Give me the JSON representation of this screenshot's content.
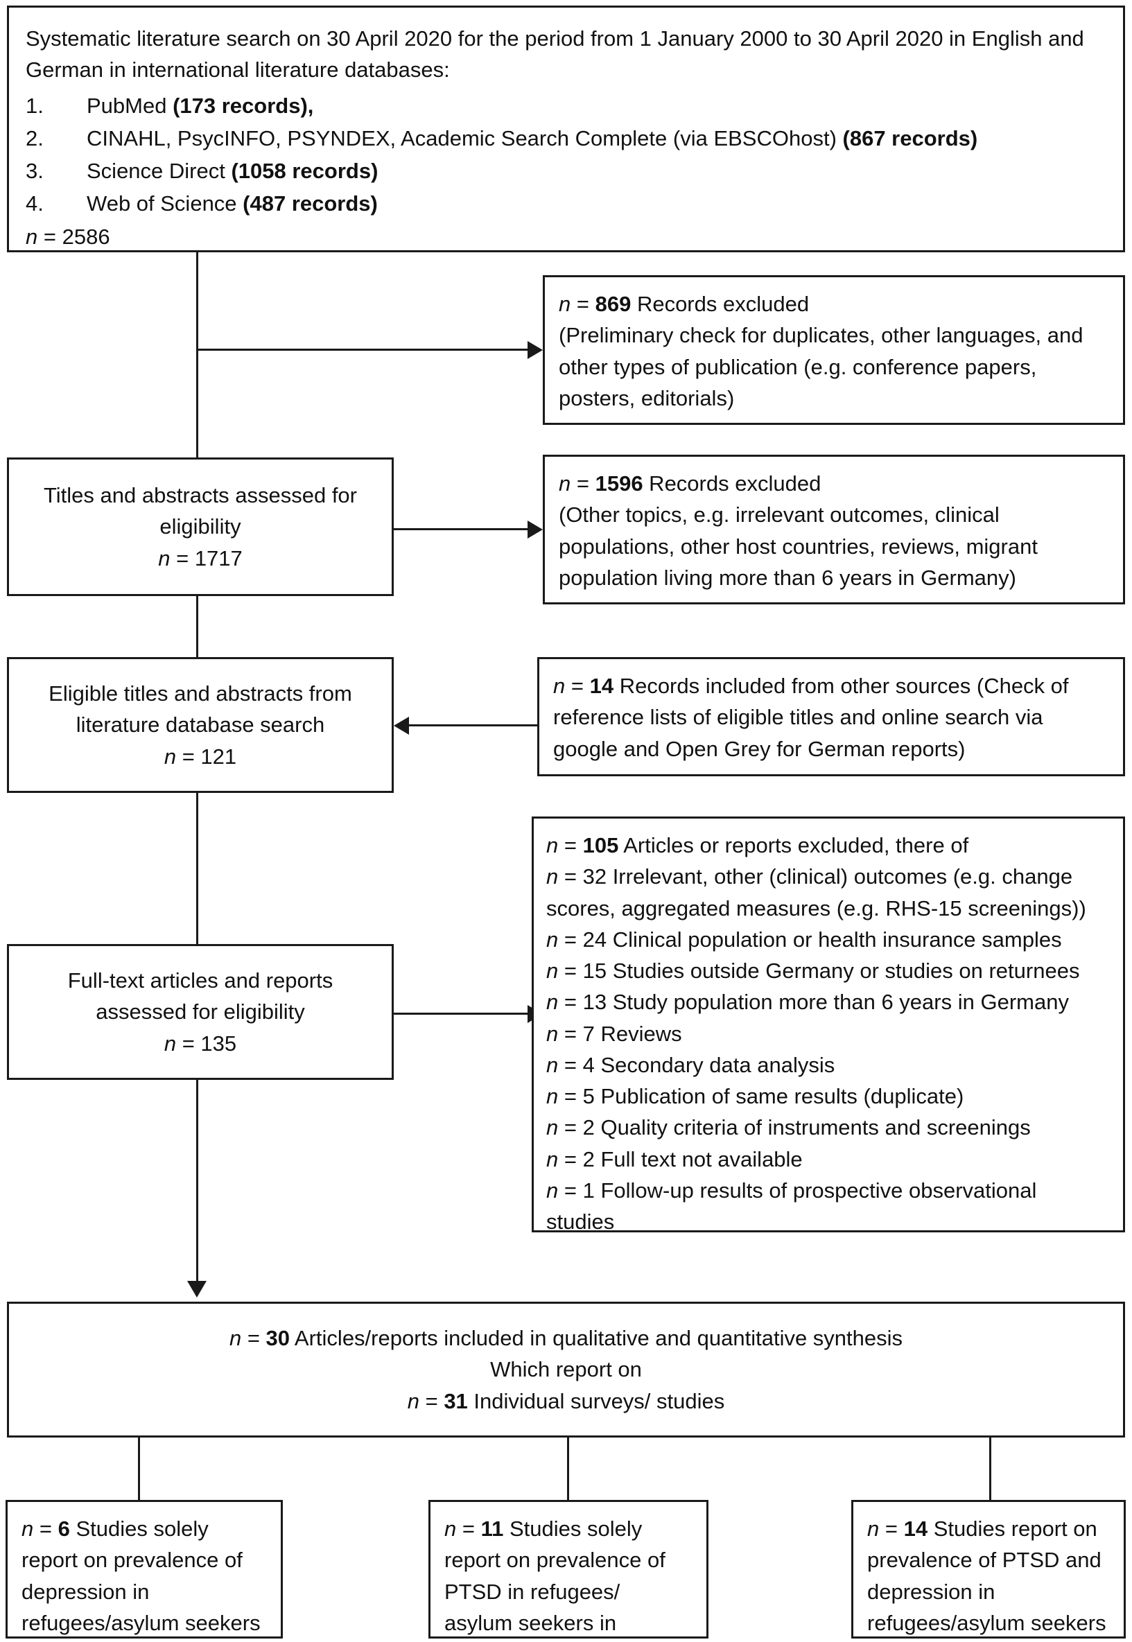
{
  "diagram": {
    "title": "PRISMA flow diagram of systematic literature search",
    "line_color": "#1a1a1a",
    "background": "#ffffff"
  },
  "search_box": {
    "intro": "Systematic literature search on 30 April 2020 for the period from 1 January 2000 to 30 April 2020 in English and German in international literature databases:",
    "sources": [
      {
        "num": "1.",
        "name": "PubMed ",
        "records": "(173 records),",
        "tail": ""
      },
      {
        "num": "2.",
        "name": "CINAHL, PsycINFO, PSYNDEX, Academic Search Complete (via EBSCOhost) ",
        "records": "(867 records)",
        "tail": ""
      },
      {
        "num": "3.",
        "name": "Science Direct ",
        "records": "(1058 records)",
        "tail": ""
      },
      {
        "num": "4.",
        "name": "Web of Science ",
        "records": "(487 records)",
        "tail": ""
      }
    ],
    "n_label": "n",
    "n_eq": " = ",
    "n_value": "2586"
  },
  "excluded_1": {
    "n_label": "n",
    "n_eq": " = ",
    "n_value": "869",
    "heading_rest": " Records excluded",
    "detail": "(Preliminary check for duplicates, other languages, and other types of publication (e.g. conference papers, posters, editorials)"
  },
  "titles_abstracts": {
    "line1": "Titles and abstracts assessed for",
    "line2": "eligibility",
    "n_label": "n",
    "n_eq": " = ",
    "n_value": "1717"
  },
  "excluded_2": {
    "n_label": "n",
    "n_eq": " = ",
    "n_value": "1596",
    "heading_rest": " Records excluded",
    "detail": "(Other topics, e.g. irrelevant outcomes, clinical populations, other host countries, reviews, migrant population living more than 6 years in Germany)"
  },
  "eligible_titles": {
    "line1": "Eligible titles and abstracts from",
    "line2": "literature database search",
    "n_label": "n",
    "n_eq": " = ",
    "n_value": "121"
  },
  "other_sources": {
    "n_label": "n",
    "n_eq": " = ",
    "n_value": "14",
    "detail": " Records included from other sources (Check of reference lists of eligible titles and online search via google and Open Grey for German reports)"
  },
  "fulltext": {
    "line1": "Full-text articles and reports",
    "line2": "assessed for eligibility",
    "n_label": "n",
    "n_eq": " = ",
    "n_value": "135"
  },
  "excluded_3": {
    "n_label": "n",
    "n_eq": " = ",
    "reasons": [
      {
        "value": "105",
        "text": " Articles or reports excluded, there of",
        "bold_value": true
      },
      {
        "value": "32",
        "text": " Irrelevant, other (clinical) outcomes (e.g. change scores, aggregated measures (e.g. RHS-15 screenings))",
        "bold_value": false
      },
      {
        "value": "24",
        "text": " Clinical population or health insurance samples",
        "bold_value": false
      },
      {
        "value": "15",
        "text": " Studies outside Germany or studies on returnees",
        "bold_value": false
      },
      {
        "value": "13",
        "text": " Study population more than 6 years in Germany",
        "bold_value": false
      },
      {
        "value": "7",
        "text": " Reviews",
        "bold_value": false
      },
      {
        "value": "4",
        "text": " Secondary data analysis",
        "bold_value": false
      },
      {
        "value": "5",
        "text": " Publication of same results (duplicate)",
        "bold_value": false
      },
      {
        "value": "2",
        "text": " Quality criteria of instruments and screenings",
        "bold_value": false
      },
      {
        "value": "2",
        "text": " Full text not available",
        "bold_value": false
      },
      {
        "value": "1",
        "text": " Follow-up results of prospective observational studies",
        "bold_value": false
      }
    ]
  },
  "synthesis": {
    "n_label": "n",
    "n_eq": " = ",
    "n_value_1": "30",
    "line1_rest": " Articles/reports included in qualitative and quantitative synthesis",
    "line2": "Which report on",
    "n_value_2": "31",
    "line3_rest": " Individual surveys/ studies"
  },
  "outcomes": [
    {
      "n_label": "n",
      "n_eq": " = ",
      "n_value": "6",
      "text": " Studies solely report on prevalence of depression in refugees/asylum seekers in Germany"
    },
    {
      "n_label": "n",
      "n_eq": " = ",
      "n_value": "11",
      "text": " Studies solely report on prevalence of PTSD in refugees/ asylum seekers in Germany"
    },
    {
      "n_label": "n",
      "n_eq": " = ",
      "n_value": "14",
      "text": " Studies report on prevalence of PTSD and depression in refugees/asylum seekers in Germany"
    }
  ]
}
